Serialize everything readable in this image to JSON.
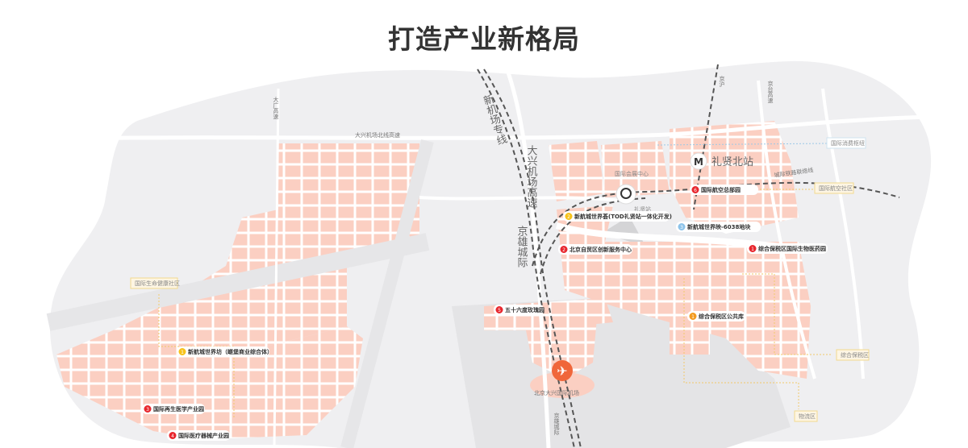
{
  "title": "打造产业新格局",
  "colors": {
    "district": "#fbcfc2",
    "base": "#efeff1",
    "road": "#ffffff",
    "red": "#e8262d",
    "yellow": "#f7c21a",
    "orange": "#f39a1e",
    "blue": "#8cc3ea",
    "airport": "#f0663a"
  },
  "roads": {
    "daguang": "大广高速",
    "north_line": "大兴机场北线高速",
    "airport_express": "新机场专线",
    "airport_highway": "大兴机场高速",
    "jingxiong": "京雄城际",
    "jingxiong_south": "京雄城际",
    "jingtai": "京台高速",
    "jinghu": "京沪",
    "intercity_link": "城际铁路联络线"
  },
  "stations": {
    "lixian_north": "礼贤北站",
    "lixian": "礼贤站",
    "expo": "国际会展中心",
    "airport": "北京大兴国际机场",
    "metro_glyph": "M"
  },
  "zones": [
    {
      "label": "国际消费枢纽"
    },
    {
      "label": "国际航空社区"
    },
    {
      "label": "国际生命健康社区"
    },
    {
      "label": "综合保税区"
    },
    {
      "label": "物流区"
    }
  ],
  "pins": [
    {
      "num": "6",
      "label": "国际航空总部园",
      "color": "red"
    },
    {
      "num": "2",
      "label": "新航城世界荟(TOD礼贤站一体化开发)",
      "color": "yellow"
    },
    {
      "num": "3",
      "label": "新航城世界映-6038地块",
      "color": "blue"
    },
    {
      "num": "2",
      "label": "北京自贸区创新服务中心",
      "color": "red"
    },
    {
      "num": "1",
      "label": "综合保税区国际生物医药园",
      "color": "red"
    },
    {
      "num": "5",
      "label": "五十六度玫瑰园",
      "color": "red"
    },
    {
      "num": "1",
      "label": "综合保税区公共库",
      "color": "orange"
    },
    {
      "num": "1",
      "label": "新航城世界坊（嵯堡商业综合体）",
      "color": "yellow"
    },
    {
      "num": "3",
      "label": "国际再生医学产业园",
      "color": "red"
    },
    {
      "num": "4",
      "label": "国际医疗器械产业园",
      "color": "red"
    }
  ]
}
